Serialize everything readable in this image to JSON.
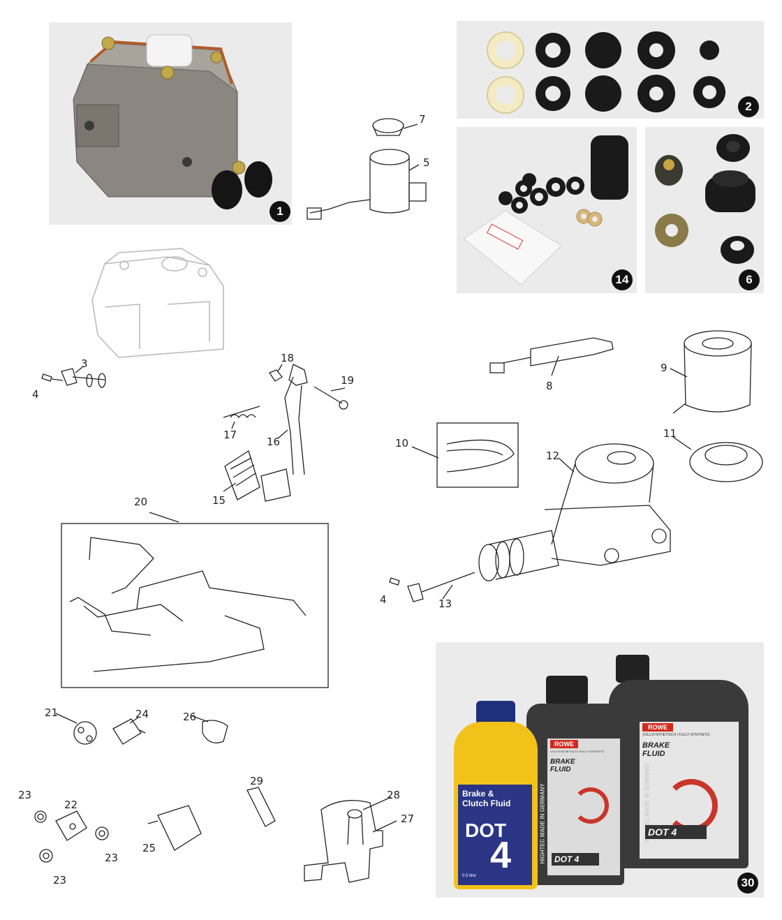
{
  "badges": {
    "b1": "1",
    "b2": "2",
    "b14": "14",
    "b6": "6",
    "b30": "30"
  },
  "labels": {
    "l3": "3",
    "l4a": "4",
    "l4b": "4",
    "l5": "5",
    "l7": "7",
    "l8": "8",
    "l9": "9",
    "l10": "10",
    "l11": "11",
    "l12": "12",
    "l13": "13",
    "l15": "15",
    "l16": "16",
    "l17": "17",
    "l18": "18",
    "l19": "19",
    "l20": "20",
    "l21": "21",
    "l22": "22",
    "l23a": "23",
    "l23b": "23",
    "l23c": "23",
    "l24": "24",
    "l25": "25",
    "l26": "26",
    "l27": "27",
    "l28": "28",
    "l29": "29"
  },
  "fluids": {
    "yellow_bottle": {
      "line1": "Brake &",
      "line2": "Clutch Fluid",
      "grade": "DOT",
      "grade_num": "4",
      "volume": "0.5 litre"
    },
    "small_can": {
      "brand": "ROWE",
      "sub": "VOLLSYNTHETISCH / FULLY SYNTHETIC",
      "product": "BRAKE FLUID",
      "side": "HIGHTEC MADE IN GERMANY",
      "grade": "DOT 4"
    },
    "large_can": {
      "brand": "ROWE",
      "sub": "VOLLSYNTHETISCH / FULLY SYNTHETIC",
      "product": "BRAKE FLUID",
      "side": "HIGHTEC MADE IN GERMANY",
      "grade": "DOT 4"
    }
  },
  "colors": {
    "panel_bg": "#ebebeb",
    "bottle_yellow": "#f2c21a",
    "cap_blue": "#1f2f7a",
    "label_blue": "#2a3585",
    "rowe_red": "#d42a1e",
    "can_dark": "#3a3a3a"
  }
}
